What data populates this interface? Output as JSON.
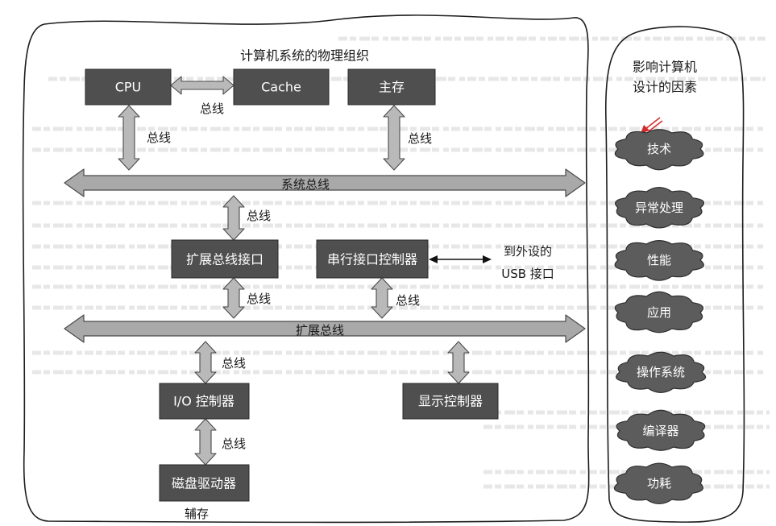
{
  "left_panel": {
    "title": "计算机系统的物理组织",
    "cpu": "CPU",
    "cache": "Cache",
    "main_memory": "主存",
    "system_bus": "系统总线",
    "expansion_bus_interface": "扩展总线接口",
    "serial_interface_controller": "串行接口控制器",
    "usb_note": [
      "到外设的",
      "USB 接口"
    ],
    "expansion_bus": "扩展总线",
    "io_controller": "I/O 控制器",
    "display_controller": "显示控制器",
    "disk_drive": "磁盘驱动器",
    "secondary_storage": "辅存",
    "bus_links": [
      "总线",
      "总线",
      "总线",
      "总线",
      "总线",
      "总线",
      "总线",
      "总线"
    ]
  },
  "right_panel": {
    "title": [
      "影响计算机",
      "设计的因素"
    ],
    "factors": [
      "技术",
      "异常处理",
      "性能",
      "应用",
      "操作系统",
      "编译器",
      "功耗"
    ]
  },
  "icons": {
    "annotation_pointer": "red-arrow-pointer-icon"
  },
  "colors": {
    "component_box": "#4f4f4f",
    "component_text": "#ffffff",
    "bus_fill": "#a9a9a9",
    "link_fill": "#b9b9b9",
    "factor_cloud": "#5c5c5c",
    "outline": "#1c1c1c",
    "pointer": "#d42a2a"
  }
}
